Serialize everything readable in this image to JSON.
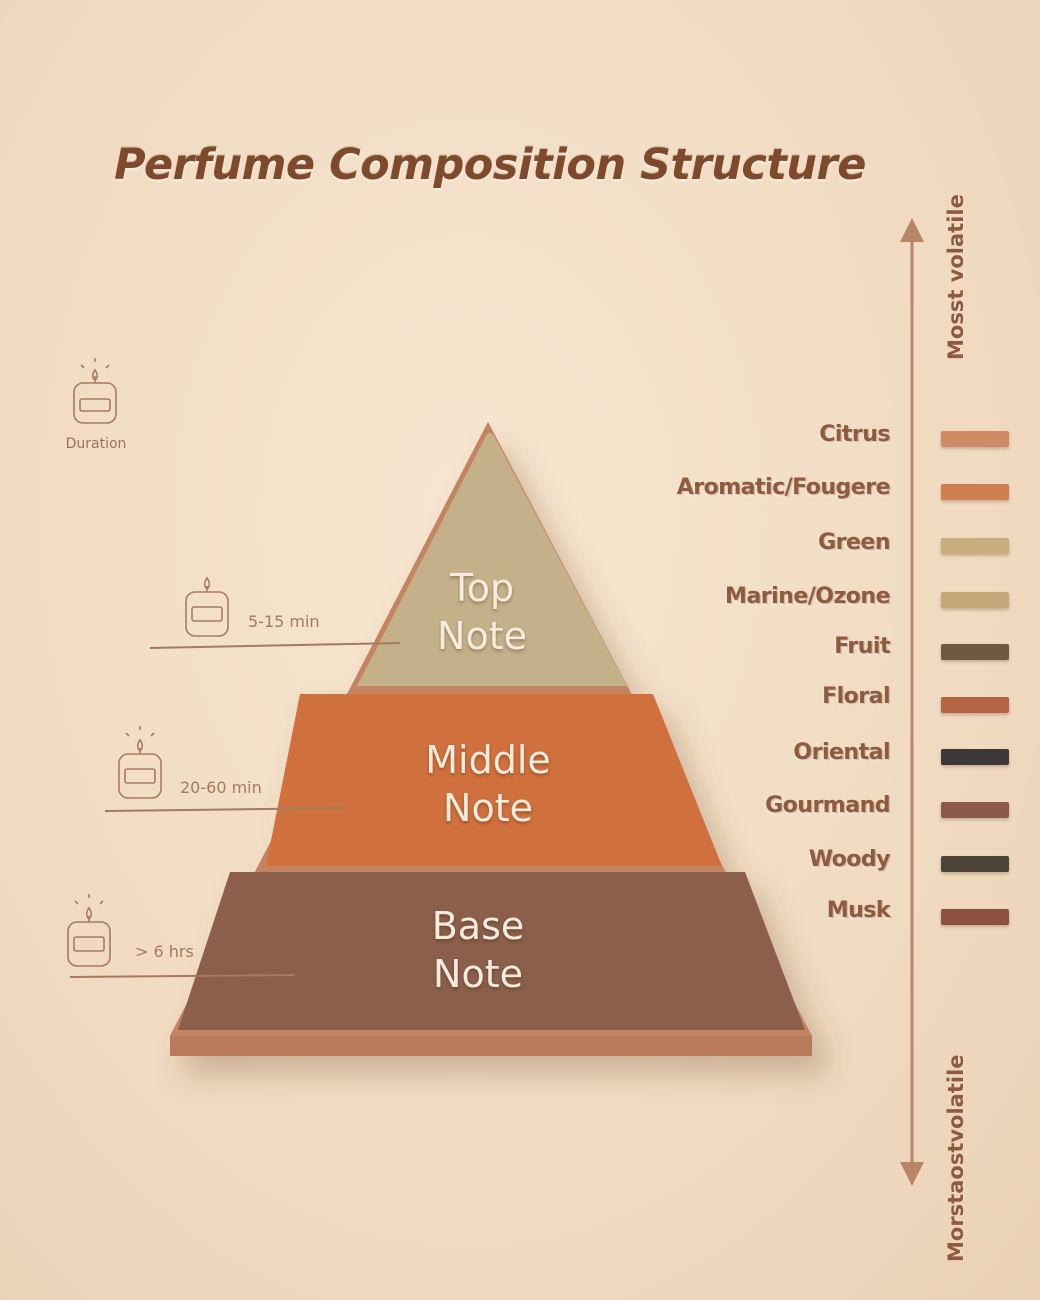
{
  "title": "Perfume Composition Structure",
  "duration_label": "Duration",
  "tiers": [
    {
      "name": "Top\nNote",
      "duration": "5-15 min",
      "color": "#c4b18a"
    },
    {
      "name": "Middle\nNote",
      "duration": "20-60 min",
      "color": "#d06f3e"
    },
    {
      "name": "Base\nNote",
      "duration": "> 6 hrs",
      "color": "#8b5e49"
    }
  ],
  "families": [
    {
      "name": "Citrus",
      "color": "#cf8b63"
    },
    {
      "name": "Aromatic/Fougere",
      "color": "#cf7f4f"
    },
    {
      "name": "Green",
      "color": "#c8ad7d"
    },
    {
      "name": "Marine/Ozone",
      "color": "#c6a878"
    },
    {
      "name": "Fruit",
      "color": "#6e5a3f"
    },
    {
      "name": "Floral",
      "color": "#b66543"
    },
    {
      "name": "Oriental",
      "color": "#3d3738"
    },
    {
      "name": "Gourmand",
      "color": "#8a5a47"
    },
    {
      "name": "Woody",
      "color": "#4b4336"
    },
    {
      "name": "Musk",
      "color": "#8c5240"
    }
  ],
  "scale": {
    "top_label": "Mosst volatile",
    "bottom_label": "Morstaostvolatile",
    "arrow_color": "#b9866a"
  },
  "icons": [
    "candle-icon"
  ],
  "accent_color": "#7f4a2c"
}
